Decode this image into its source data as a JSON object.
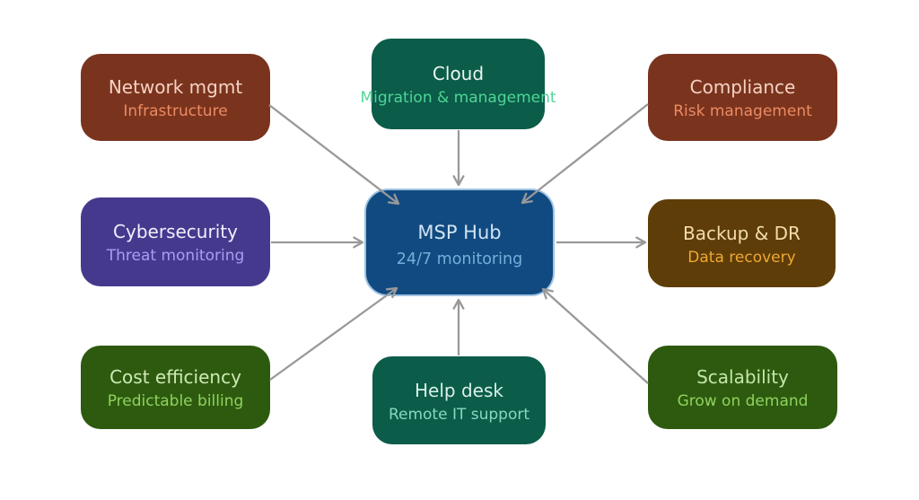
{
  "diagram": {
    "background": "#ffffff",
    "arrow_color": "#999999",
    "hub": {
      "title": "MSP Hub",
      "subtitle": "24/7 monitoring",
      "bg": "#114a80",
      "border": "#9dc3e2",
      "title_color": "#cfe3f2",
      "subtitle_color": "#74aeda"
    },
    "nodes": [
      {
        "id": "network",
        "title": "Network mgmt",
        "subtitle": "Infrastructure",
        "bg": "#7a341e",
        "title_color": "#f5d2c4",
        "subtitle_color": "#ec8a63"
      },
      {
        "id": "cloud",
        "title": "Cloud",
        "subtitle": "Migration & management",
        "bg": "#0b5c49",
        "title_color": "#eaf6f1",
        "subtitle_color": "#4fd597"
      },
      {
        "id": "compliance",
        "title": "Compliance",
        "subtitle": "Risk management",
        "bg": "#7a341e",
        "title_color": "#f5d2c4",
        "subtitle_color": "#ec8a63"
      },
      {
        "id": "cybersecurity",
        "title": "Cybersecurity",
        "subtitle": "Threat monitoring",
        "bg": "#45398e",
        "title_color": "#f1eefc",
        "subtitle_color": "#a79ef0"
      },
      {
        "id": "backup",
        "title": "Backup & DR",
        "subtitle": "Data recovery",
        "bg": "#5e3d08",
        "title_color": "#f4dcab",
        "subtitle_color": "#efa833"
      },
      {
        "id": "cost",
        "title": "Cost efficiency",
        "subtitle": "Predictable billing",
        "bg": "#2e5a0f",
        "title_color": "#cdeab5",
        "subtitle_color": "#8ed35e"
      },
      {
        "id": "helpdesk",
        "title": "Help desk",
        "subtitle": "Remote IT support",
        "bg": "#0b5c49",
        "title_color": "#d9f0e9",
        "subtitle_color": "#86d8c2"
      },
      {
        "id": "scalability",
        "title": "Scalability",
        "subtitle": "Grow on demand",
        "bg": "#2e5a0f",
        "title_color": "#c4e6aa",
        "subtitle_color": "#8ed35e"
      }
    ],
    "edges": [
      {
        "from": "Network mgmt",
        "to": "MSP Hub"
      },
      {
        "from": "Cloud",
        "to": "MSP Hub"
      },
      {
        "from": "Compliance",
        "to": "MSP Hub"
      },
      {
        "from": "Cybersecurity",
        "to": "MSP Hub"
      },
      {
        "from": "MSP Hub",
        "to": "Backup & DR"
      },
      {
        "from": "Cost efficiency",
        "to": "MSP Hub"
      },
      {
        "from": "Help desk",
        "to": "MSP Hub"
      },
      {
        "from": "Scalability",
        "to": "MSP Hub"
      }
    ]
  }
}
